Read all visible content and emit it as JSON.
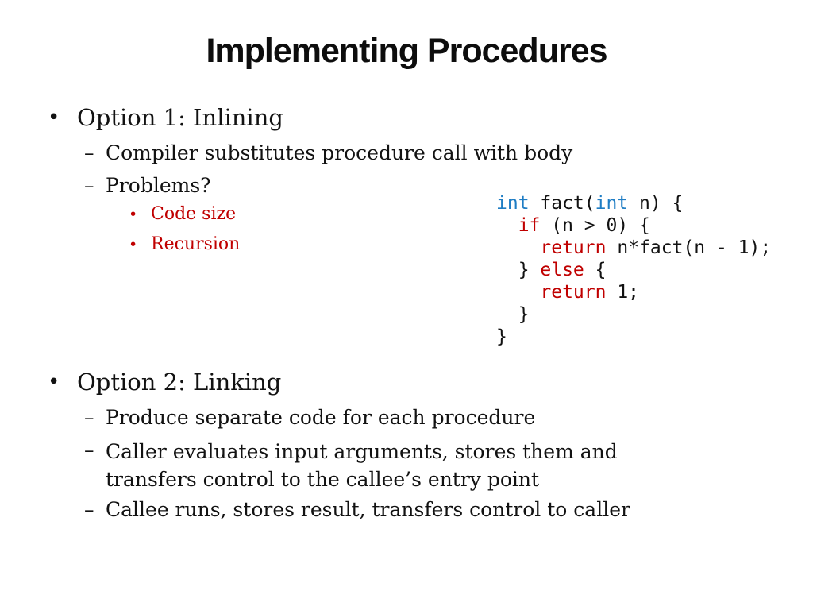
{
  "slide": {
    "title": "Implementing Procedures",
    "background": "#ffffff"
  },
  "colors": {
    "body_text": "#121212",
    "emphasis_red": "#c00000",
    "code_keyword_red": "#c00000",
    "code_type_blue": "#1f7dc4"
  },
  "bullets": {
    "level1": "•",
    "level2": "–",
    "level3": "•"
  },
  "option1": {
    "heading": "Option 1: Inlining",
    "items": [
      "Compiler substitutes procedure call with body",
      "Problems?"
    ],
    "problem_items": [
      "Code size",
      "Recursion"
    ]
  },
  "option2": {
    "heading": "Option 2: Linking",
    "items": [
      "Produce separate code for each procedure",
      "Caller evaluates input arguments, stores them and transfers control to the callee’s entry point",
      "Callee runs, stores result, transfers control to caller"
    ]
  },
  "code": {
    "language": "c",
    "lines": [
      {
        "tokens": [
          {
            "text": "int",
            "type": "type"
          },
          {
            "text": " fact(",
            "type": "plain"
          },
          {
            "text": "int",
            "type": "type"
          },
          {
            "text": " n) {",
            "type": "plain"
          }
        ]
      },
      {
        "tokens": [
          {
            "text": "  ",
            "type": "plain"
          },
          {
            "text": "if",
            "type": "keyword"
          },
          {
            "text": " (n > 0) {",
            "type": "plain"
          }
        ]
      },
      {
        "tokens": [
          {
            "text": "    ",
            "type": "plain"
          },
          {
            "text": "return",
            "type": "keyword"
          },
          {
            "text": " n*fact(n - 1);",
            "type": "plain"
          }
        ]
      },
      {
        "tokens": [
          {
            "text": "  } ",
            "type": "plain"
          },
          {
            "text": "else",
            "type": "keyword"
          },
          {
            "text": " {",
            "type": "plain"
          }
        ]
      },
      {
        "tokens": [
          {
            "text": "    ",
            "type": "plain"
          },
          {
            "text": "return",
            "type": "keyword"
          },
          {
            "text": " 1;",
            "type": "plain"
          }
        ]
      },
      {
        "tokens": [
          {
            "text": "  }",
            "type": "plain"
          }
        ]
      },
      {
        "tokens": [
          {
            "text": "}",
            "type": "plain"
          }
        ]
      }
    ]
  }
}
